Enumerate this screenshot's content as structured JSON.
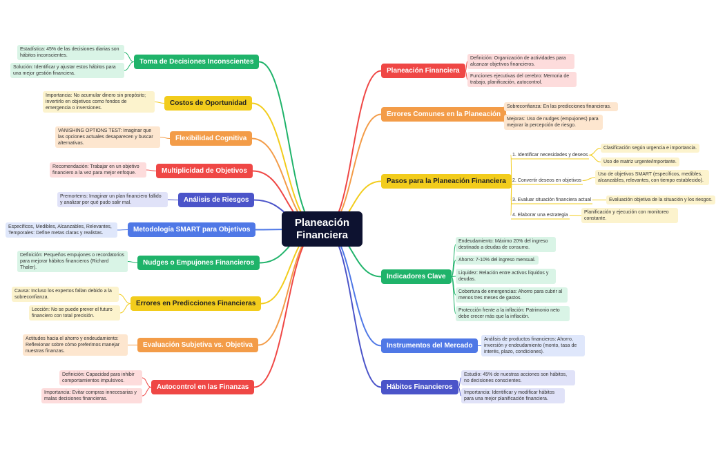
{
  "root": {
    "label": "Planeación\nFinanciera"
  },
  "colors": {
    "green": "#1fb36a",
    "greenLight": "#d9f4e6",
    "yellow": "#f2cc1c",
    "yellowLight": "#fcf3cd",
    "orange": "#f39c48",
    "orangeLight": "#fde6cf",
    "red": "#ef4745",
    "redLight": "#fddcdc",
    "indigo": "#4b54c9",
    "indigoLight": "#e0e2f8",
    "blue": "#4f78e6",
    "blueLight": "#dfe7fb",
    "root": "#0d1230"
  },
  "right": {
    "planeacion": {
      "label": "Planeación Financiera",
      "definicion": "Definición: Organización de actividades para alcanzar objetivos financieros.",
      "funciones": "Funciones ejecutivas del cerebro: Memoria de trabajo, planificación, autocontrol."
    },
    "errores": {
      "label": "Errores Comunes en la Planeación",
      "sobreconfianza": "Sobreconfianza: En las predicciones financieras.",
      "mejoras": "Mejoras: Uso de nudges (empujones) para mejorar la percepción de riesgo."
    },
    "pasos": {
      "label": "Pasos para la Planeación Financiera",
      "paso1": "1. Identificar necesidades y deseos",
      "paso1a": "Clasificación según urgencia e importancia.",
      "paso1b": "Uso de matriz urgente/importante.",
      "paso2": "2. Convertir deseos en objetivos",
      "paso2a": "Uso de objetivos SMART (específicos, medibles, alcanzables, relevantes, con tiempo establecido).",
      "paso3": "3. Evaluar situación financiera actual",
      "paso3a": "Evaluación objetiva de la situación y los riesgos.",
      "paso4": "4. Elaborar una estrategia",
      "paso4a": "Planificación y ejecución con monitoreo constante."
    },
    "indicadores": {
      "label": "Indicadores Clave",
      "endeudamiento": "Endeudamiento: Máximo 20% del ingreso destinado a deudas de consumo.",
      "ahorro": "Ahorro: 7-10% del ingreso mensual.",
      "liquidez": "Liquidez: Relación entre activos líquidos y deudas.",
      "cobertura": "Cobertura de emergencias: Ahorro para cubrir al menos tres meses de gastos.",
      "proteccion": "Protección frente a la inflación: Patrimonio neto debe crecer más que la inflación."
    },
    "instrumentos": {
      "label": "Instrumentos del Mercado",
      "analisis": "Análisis de productos financieros: Ahorro, inversión y endeudamiento (monto, tasa de interés, plazo, condiciones)."
    },
    "habitos": {
      "label": "Hábitos Financieros",
      "estudio": "Estudio: 45% de nuestras acciones son hábitos, no decisiones conscientes.",
      "importancia": "Importancia: Identificar y modificar hábitos para una mejor planificación financiera."
    }
  },
  "left": {
    "toma": {
      "label": "Toma de Decisiones Inconscientes",
      "estadistica": "Estadística: 45% de las decisiones diarias son hábitos inconscientes.",
      "solucion": "Solución: Identificar y ajustar estos hábitos para una mejor gestión financiera."
    },
    "costos": {
      "label": "Costos de Oportunidad",
      "importancia": "Importancia: No acumular dinero sin propósito; invertirlo en objetivos como fondos de emergencia o inversiones."
    },
    "flexibilidad": {
      "label": "Flexibilidad Cognitiva",
      "vanishing": "VANISHING OPTIONS TEST: Imaginar que las opciones actuales desaparecen y buscar alternativas."
    },
    "multiplicidad": {
      "label": "Multiplicidad de Objetivos",
      "recomendacion": "Recomendación: Trabajar en un objetivo financiero a la vez para mejor enfoque."
    },
    "riesgos": {
      "label": "Análisis de Riesgos",
      "premortems": "Premortems: Imaginar un plan financiero fallido y analizar por qué pudo salir mal."
    },
    "smart": {
      "label": "Metodología SMART para Objetivos",
      "especificos": "Específicos, Medibles, Alcanzables, Relevantes, Temporales: Define metas claras y realistas."
    },
    "nudges": {
      "label": "Nudges o Empujones Financieros",
      "definicion": "Definición: Pequeños empujones o recordatorios para mejorar hábitos financieros (Richard Thaler)."
    },
    "predicciones": {
      "label": "Errores en Predicciones Financieras",
      "causa": "Causa: Incluso los expertos fallan debido a la sobreconfianza.",
      "leccion": "Lección: No se puede prever el futuro financiero con total precisión."
    },
    "evaluacion": {
      "label": "Evaluación Subjetiva vs. Objetiva",
      "actitudes": "Actitudes hacia el ahorro y endeudamiento: Reflexionar sobre cómo preferimos manejar nuestras finanzas."
    },
    "autocontrol": {
      "label": "Autocontrol en las Finanzas",
      "definicion": "Definición: Capacidad para inhibir comportamientos impulsivos.",
      "importancia": "Importancia: Evitar compras innecesarias y malas decisiones financieras."
    }
  }
}
